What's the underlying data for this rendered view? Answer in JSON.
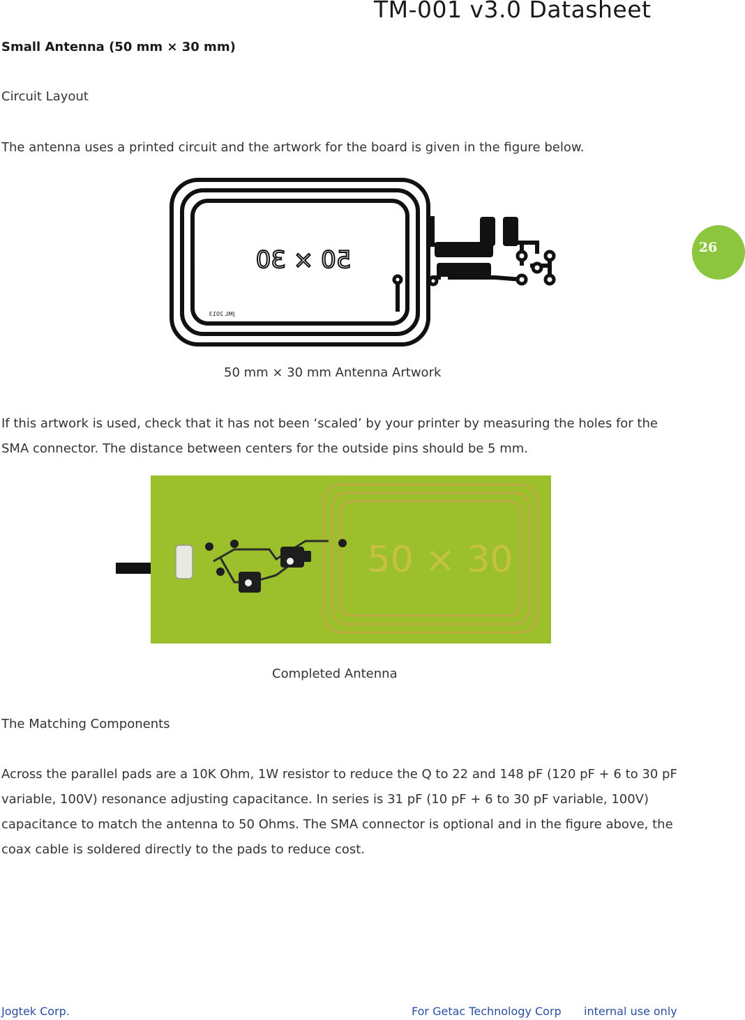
{
  "header": {
    "title": "TM-001  v3.0  Datasheet"
  },
  "page_number": "26",
  "section_title": "Small Antenna (50 mm × 30 mm)",
  "circuit_layout": {
    "heading": "Circuit Layout",
    "intro": "The antenna uses a printed circuit and the artwork for the board is given in the figure below."
  },
  "figure1": {
    "board_text": "50 × 30",
    "small_text": "JML 2013",
    "caption": "50 mm × 30 mm Antenna Artwork"
  },
  "scaling_note": "If this artwork is used, check that it has not been ‘scaled’ by your printer by measuring the holes for the SMA connector. The distance between centers for the outside pins should be 5 mm.",
  "figure2": {
    "board_text": "50 × 30",
    "caption": "Completed Antenna"
  },
  "matching": {
    "heading": "The Matching Components",
    "body": "Across the parallel pads are a 10K Ohm, 1W resistor to reduce the Q to 22 and 148 pF (120 pF + 6 to 30 pF variable, 100V) resonance adjusting capacitance. In series is 31 pF (10 pF + 6 to 30 pF variable, 100V) capacitance to match the antenna to 50 Ohms. The SMA connector is optional and in the figure above, the coax cable is soldered directly to the pads to reduce cost."
  },
  "footer": {
    "company": "Jogtek Corp.",
    "for_text": "For Getac Technology Corp",
    "usage": "internal use only"
  },
  "colors": {
    "badge": "#8cc63f",
    "footer_text": "#2a4fa5",
    "pcb_green": "#9cc02c",
    "copper_trace": "#c9a24a"
  }
}
